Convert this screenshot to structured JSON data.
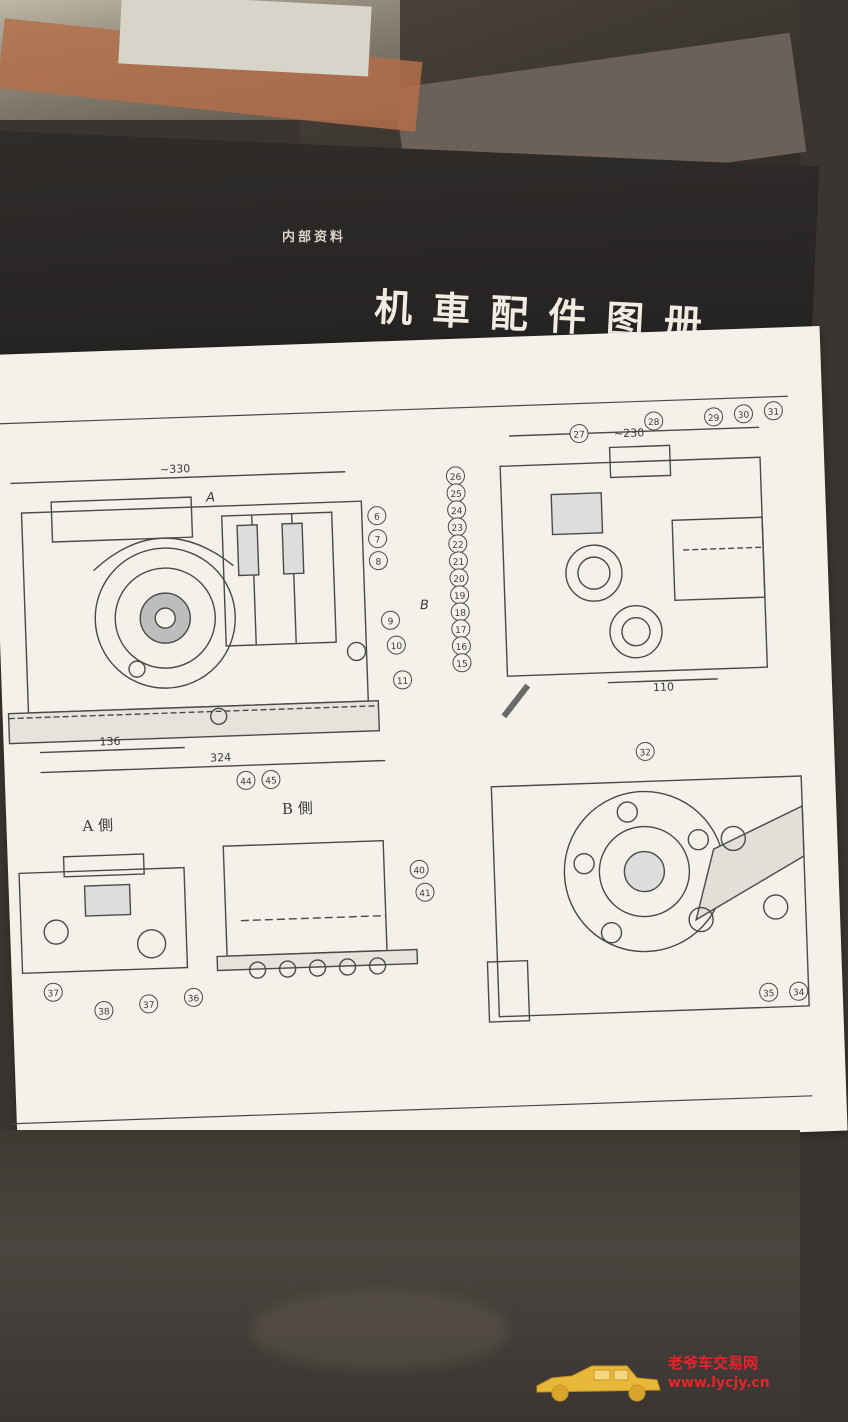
{
  "photo": {
    "cover": {
      "small_label": "内部资料",
      "title": "机車配件图册"
    },
    "drawing": {
      "view_a_label": "A 側",
      "view_b_label": "B 側",
      "section_arrow_a": "A",
      "section_arrow_b": "B",
      "dimensions": {
        "overall_width": "~330",
        "right_width": "~230",
        "left_offset": "136",
        "mid_span": "324",
        "right_base": "110"
      },
      "callouts_left": [
        "6",
        "7",
        "8",
        "9",
        "10",
        "11",
        "44",
        "45"
      ],
      "callouts_right_top": [
        "27",
        "28",
        "29",
        "30",
        "31"
      ],
      "callouts_right_side": [
        "26",
        "25",
        "24",
        "23",
        "22",
        "21",
        "20",
        "19",
        "18",
        "17",
        "16",
        "15"
      ],
      "callouts_a_view": [
        "37",
        "38",
        "37",
        "36"
      ],
      "callouts_b_view": [
        "40",
        "41"
      ],
      "callouts_lower_right": [
        "32",
        "35",
        "34"
      ]
    },
    "watermark": {
      "name": "老爷车交易网",
      "url": "www.lycjy.cn",
      "color": "#e5232b"
    }
  }
}
